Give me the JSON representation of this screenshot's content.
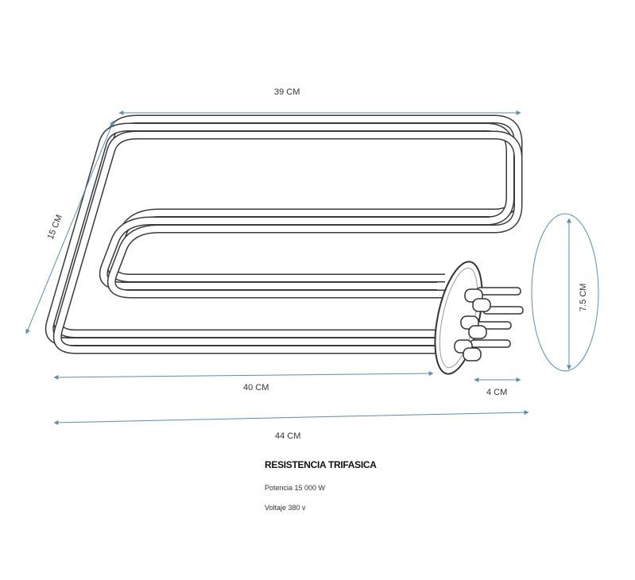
{
  "dimensions": {
    "length_top": "39 CM",
    "depth": "15 CM",
    "length_tubes": "40 CM",
    "flange_offset": "4 CM",
    "length_total": "44 CM",
    "flange_diameter": "7.5 CM"
  },
  "specs": {
    "title": "RESISTENCIA TRIFASICA",
    "power": "Potencia 15 000 W",
    "voltage": "Voltaje 380 v"
  },
  "colors": {
    "dimension_line": "#5a8fb0",
    "tube_outline": "#3a3a3a"
  }
}
